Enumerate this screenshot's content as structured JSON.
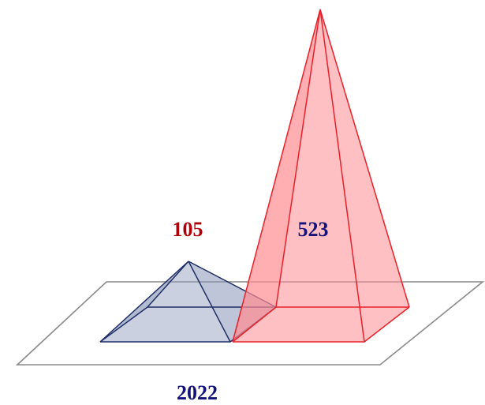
{
  "labels": {
    "red_pyramid_value": "105",
    "blue_pyramid_value": "523",
    "plane_value": "2022"
  },
  "colors": {
    "red_text": "#b0000a",
    "blue_text": "#12127a",
    "red_edge": "#e8202a",
    "red_fill": "#ff8c92",
    "blue_edge": "#1f2f66",
    "blue_fill": "#8a96b8",
    "plane_edge": "#8a8a8a"
  }
}
